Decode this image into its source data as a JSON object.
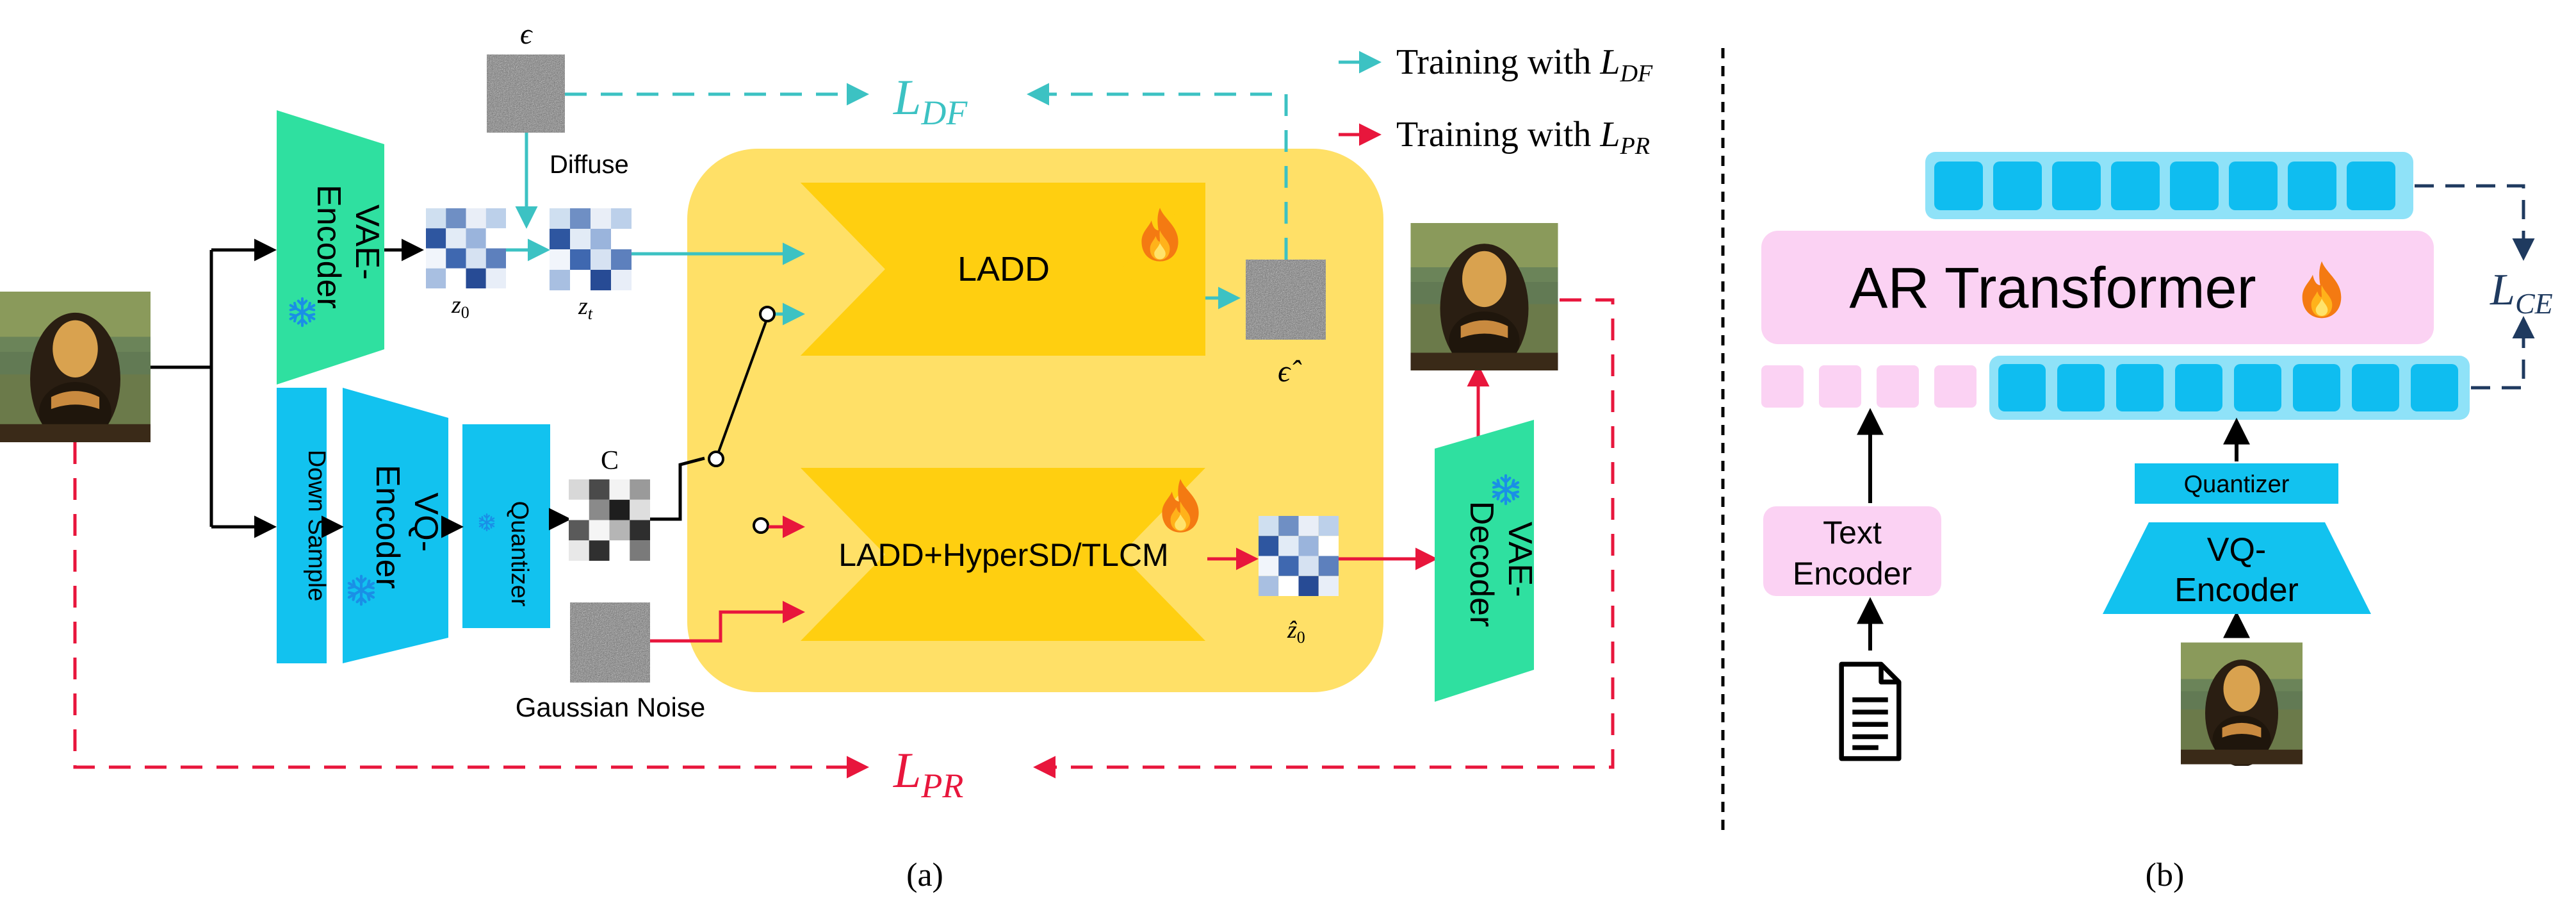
{
  "colors": {
    "teal": "#3cc2c3",
    "red": "#e8163c",
    "vae_green": "#2fe0a0",
    "vq_blue": "#12c2ef",
    "ladd_yellow": "#ffcf10",
    "panel_yellow": "#ffe067",
    "ar_pink": "#fbd2f3",
    "token_bg": "#8fe2f8",
    "token": "#0fbdf0",
    "noise": "#7b7b7b"
  },
  "panel_a": {
    "vae_encoder": {
      "label_line1": "VAE-",
      "label_line2": "Encoder"
    },
    "down_sample": {
      "label": "Down Sample"
    },
    "vq_encoder": {
      "label_line1": "VQ-",
      "label_line2": "Encoder"
    },
    "quantizer": {
      "label": "Quantizer"
    },
    "epsilon": "ϵ",
    "diffuse": "Diffuse",
    "z0": "z",
    "z0_sub": "0",
    "zt": "z",
    "zt_sub": "t",
    "c_label": "C",
    "gaussian_noise": "Gaussian Noise",
    "ladd": "LADD",
    "ladd_hyper": "LADD+HyperSD/TLCM",
    "eps_hat": "ϵ̂",
    "z0_hat": "ẑ",
    "z0_hat_sub": "0",
    "vae_decoder": {
      "label_line1": "VAE-",
      "label_line2": "Decoder"
    },
    "loss_df": {
      "script": "L",
      "sub": "DF"
    },
    "loss_pr": {
      "script": "L",
      "sub": "PR"
    },
    "caption": "(a)"
  },
  "legend": {
    "df": {
      "text": "Training with ",
      "script": "L",
      "sub": "DF"
    },
    "pr": {
      "text": "Training with ",
      "script": "L",
      "sub": "PR"
    }
  },
  "panel_b": {
    "ar_transformer": "AR Transformer",
    "loss_ce": {
      "script": "L",
      "sub": "CE"
    },
    "text_encoder": {
      "line1": "Text",
      "line2": "Encoder"
    },
    "quantizer": "Quantizer",
    "vq_encoder": {
      "line1": "VQ-",
      "line2": "Encoder"
    },
    "caption": "(b)"
  },
  "icons": [
    "fire-icon",
    "snowflake-icon",
    "document-icon",
    "portrait-image",
    "noise-image",
    "latent-grid-image"
  ]
}
